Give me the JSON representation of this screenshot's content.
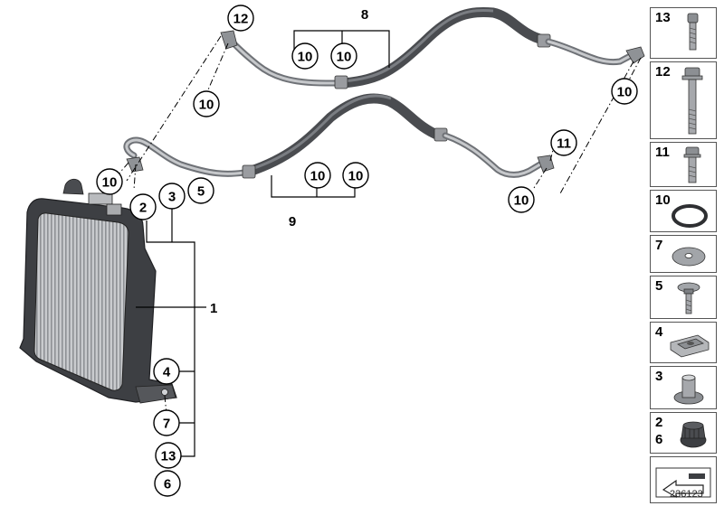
{
  "diagram_ref": "236123",
  "callouts": {
    "c12": "12",
    "c8": "8",
    "c10a": "10",
    "c10b": "10",
    "c10c": "10",
    "c10d": "10",
    "c10e": "10",
    "c10f": "10",
    "c10g": "10",
    "c10h": "10",
    "c11": "11",
    "c9": "9",
    "c2": "2",
    "c3": "3",
    "c5": "5",
    "c1": "1",
    "c4": "4",
    "c7": "7",
    "c13": "13",
    "c6": "6"
  },
  "legend": [
    {
      "label": "13",
      "icon": "bolt-short-icon"
    },
    {
      "label": "12",
      "icon": "bolt-long-icon"
    },
    {
      "label": "11",
      "icon": "bolt-hex-icon"
    },
    {
      "label": "10",
      "icon": "o-ring-icon"
    },
    {
      "label": "7",
      "icon": "washer-icon"
    },
    {
      "label": "5",
      "icon": "screw-with-washer-icon"
    },
    {
      "label": "4",
      "icon": "clip-nut-icon"
    },
    {
      "label": "3",
      "icon": "grommet-icon"
    },
    {
      "label": "2",
      "label2": "6",
      "icon": "rubber-mount-icon"
    },
    {
      "label": "",
      "icon": "arrow-sign-icon"
    }
  ],
  "colors": {
    "hose": "#5a5c60",
    "hose_dark": "#3e4044",
    "pipe": "#8c8f94",
    "pipe_light": "#c8cacd",
    "radiator": "#3d3f43",
    "core": "#b7b9bc"
  }
}
